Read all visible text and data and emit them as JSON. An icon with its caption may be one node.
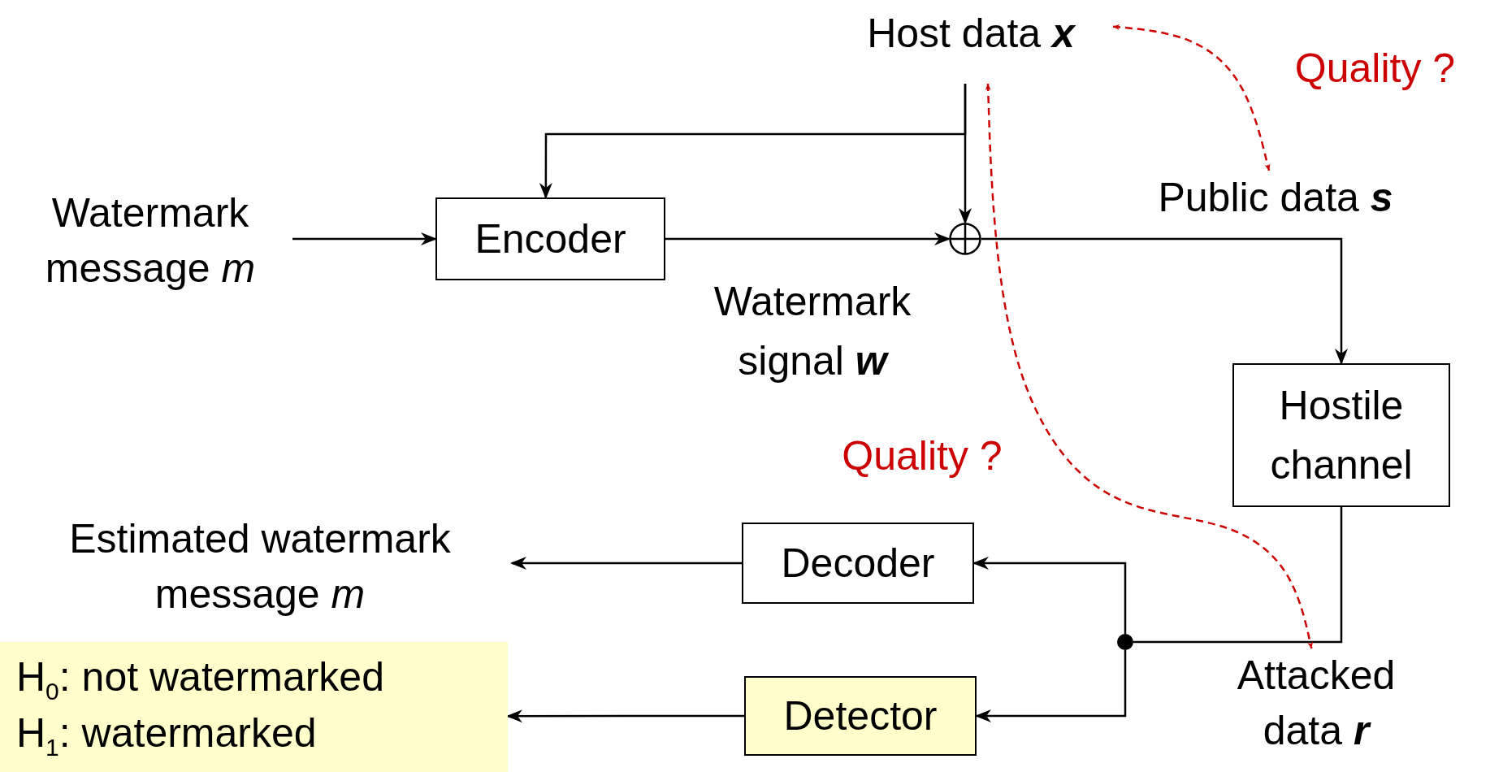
{
  "diagram": {
    "nodes": [
      {
        "text": [
          "Host data **x**"
        ]
      },
      {
        "text": [
          "Watermark message *m*"
        ]
      },
      {
        "text": [
          "Encoder"
        ]
      },
      {
        "text": [],
        "shape": "circle"
      },
      {
        "text": [
          "Public data **s**"
        ]
      },
      {
        "text": [
          "Hostile channel"
        ]
      },
      {
        "text": [
          "Decoder"
        ]
      },
      {
        "text": [
          "Detector"
        ]
      },
      {
        "text": [],
        "shape": "circle"
      },
      {
        "text": [
          "Attacked data **r**"
        ]
      },
      {
        "text": [
          "Estimated watermark message *m*"
        ]
      },
      {
        "text": [
          "H$_{0}$: not watermarked",
          "H$_{1}$: watermarked"
        ]
      }
    ],
    "edges": [
      {
        "from": 0,
        "to": 2,
        "arrow": "to"
      },
      {
        "from": 0,
        "to": 3,
        "arrow": "to"
      },
      {
        "from": 1,
        "to": 2,
        "arrow": "to"
      },
      {
        "from": 2,
        "to": 3,
        "arrow": "to",
        "label": "Watermark signal **w**"
      },
      {
        "from": 3,
        "to": 5,
        "arrow": "to"
      },
      {
        "from": 5,
        "to": 8,
        "arrow": "none"
      },
      {
        "from": 8,
        "to": 6,
        "arrow": "to"
      },
      {
        "from": 8,
        "to": 7,
        "arrow": "to"
      },
      {
        "from": 6,
        "to": 10,
        "arrow": "to"
      },
      {
        "from": 7,
        "to": 11,
        "arrow": "to"
      },
      {
        "from": 0,
        "to": 4,
        "arrow": "both",
        "label": "Quality ?",
        "style": "dashed",
        "color": "#cc0000"
      },
      {
        "from": 0,
        "to": 9,
        "arrow": "both",
        "label": "Quality ?",
        "style": "dashed",
        "color": "#cc0000"
      }
    ]
  }
}
